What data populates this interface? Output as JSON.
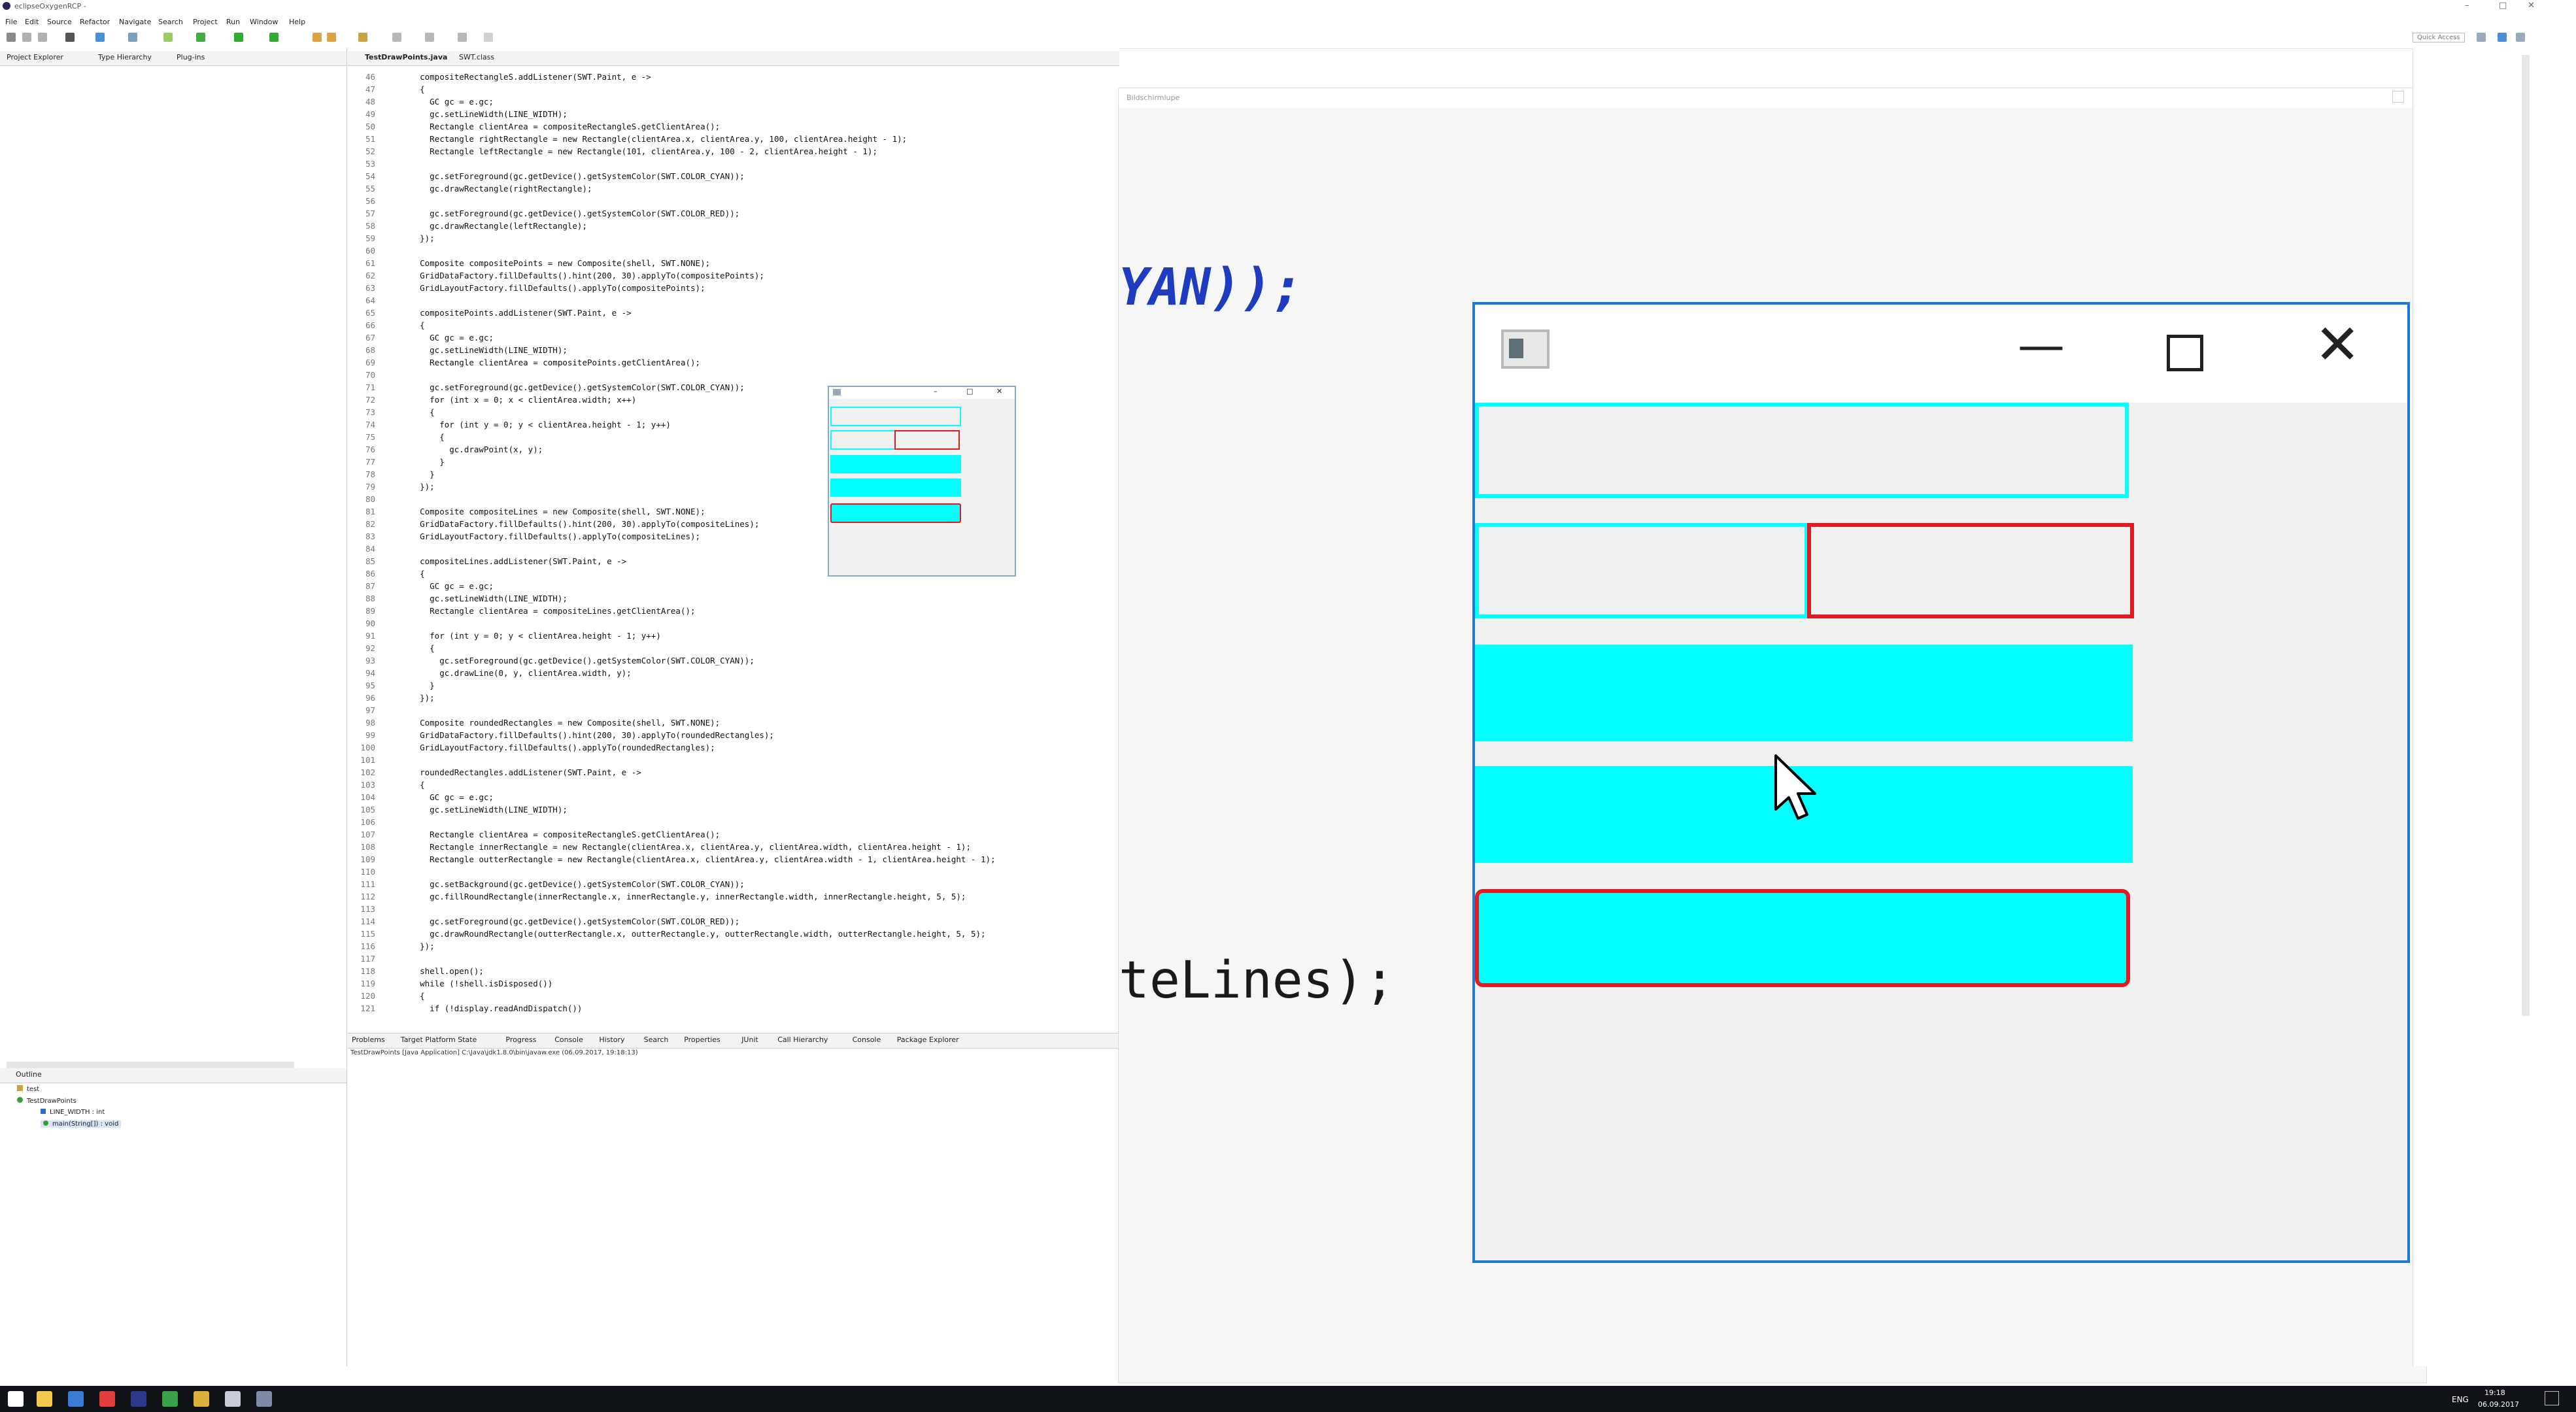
{
  "window": {
    "title": "eclipseOxygenRCP -",
    "controls": [
      "–",
      "□",
      "✕"
    ]
  },
  "menu": [
    "File",
    "Edit",
    "Source",
    "Refactor",
    "Navigate",
    "Search",
    "Project",
    "Run",
    "Window",
    "Help"
  ],
  "toolbar": {
    "quick_access": "Quick Access"
  },
  "left_panel": {
    "tabs": [
      "Project Explorer",
      "Type Hierarchy",
      "Plug-ins"
    ]
  },
  "editor": {
    "tabs": [
      "TestDrawPoints.java",
      "SWT.class"
    ],
    "lines": [
      {
        "n": "46",
        "t": "    compositeRectangleS.addListener(SWT.Paint, e ->"
      },
      {
        "n": "47",
        "t": "    {"
      },
      {
        "n": "48",
        "t": "      GC gc = e.gc;"
      },
      {
        "n": "49",
        "t": "      gc.setLineWidth(LINE_WIDTH);"
      },
      {
        "n": "50",
        "t": "      Rectangle clientArea = compositeRectangleS.getClientArea();"
      },
      {
        "n": "51",
        "t": "      Rectangle rightRectangle = new Rectangle(clientArea.x, clientArea.y, 100, clientArea.height - 1);"
      },
      {
        "n": "52",
        "t": "      Rectangle leftRectangle = new Rectangle(101, clientArea.y, 100 - 2, clientArea.height - 1);"
      },
      {
        "n": "53",
        "t": ""
      },
      {
        "n": "54",
        "t": "      gc.setForeground(gc.getDevice().getSystemColor(SWT.COLOR_CYAN));"
      },
      {
        "n": "55",
        "t": "      gc.drawRectangle(rightRectangle);"
      },
      {
        "n": "56",
        "t": ""
      },
      {
        "n": "57",
        "t": "      gc.setForeground(gc.getDevice().getSystemColor(SWT.COLOR_RED));"
      },
      {
        "n": "58",
        "t": "      gc.drawRectangle(leftRectangle);"
      },
      {
        "n": "59",
        "t": "    });"
      },
      {
        "n": "60",
        "t": ""
      },
      {
        "n": "61",
        "t": "    Composite compositePoints = new Composite(shell, SWT.NONE);"
      },
      {
        "n": "62",
        "t": "    GridDataFactory.fillDefaults().hint(200, 30).applyTo(compositePoints);"
      },
      {
        "n": "63",
        "t": "    GridLayoutFactory.fillDefaults().applyTo(compositePoints);"
      },
      {
        "n": "64",
        "t": ""
      },
      {
        "n": "65",
        "t": "    compositePoints.addListener(SWT.Paint, e ->"
      },
      {
        "n": "66",
        "t": "    {"
      },
      {
        "n": "67",
        "t": "      GC gc = e.gc;"
      },
      {
        "n": "68",
        "t": "      gc.setLineWidth(LINE_WIDTH);"
      },
      {
        "n": "69",
        "t": "      Rectangle clientArea = compositePoints.getClientArea();"
      },
      {
        "n": "70",
        "t": ""
      },
      {
        "n": "71",
        "t": "      gc.setForeground(gc.getDevice().getSystemColor(SWT.COLOR_CYAN));"
      },
      {
        "n": "72",
        "t": "      for (int x = 0; x < clientArea.width; x++)"
      },
      {
        "n": "73",
        "t": "      {"
      },
      {
        "n": "74",
        "t": "        for (int y = 0; y < clientArea.height - 1; y++)"
      },
      {
        "n": "75",
        "t": "        {"
      },
      {
        "n": "76",
        "t": "          gc.drawPoint(x, y);"
      },
      {
        "n": "77",
        "t": "        }"
      },
      {
        "n": "78",
        "t": "      }"
      },
      {
        "n": "79",
        "t": "    });"
      },
      {
        "n": "80",
        "t": ""
      },
      {
        "n": "81",
        "t": "    Composite compositeLines = new Composite(shell, SWT.NONE);"
      },
      {
        "n": "82",
        "t": "    GridDataFactory.fillDefaults().hint(200, 30).applyTo(compositeLines);"
      },
      {
        "n": "83",
        "t": "    GridLayoutFactory.fillDefaults().applyTo(compositeLines);"
      },
      {
        "n": "84",
        "t": ""
      },
      {
        "n": "85",
        "t": "    compositeLines.addListener(SWT.Paint, e ->"
      },
      {
        "n": "86",
        "t": "    {"
      },
      {
        "n": "87",
        "t": "      GC gc = e.gc;"
      },
      {
        "n": "88",
        "t": "      gc.setLineWidth(LINE_WIDTH);"
      },
      {
        "n": "89",
        "t": "      Rectangle clientArea = compositeLines.getClientArea();"
      },
      {
        "n": "90",
        "t": ""
      },
      {
        "n": "91",
        "t": "      for (int y = 0; y < clientArea.height - 1; y++)"
      },
      {
        "n": "92",
        "t": "      {"
      },
      {
        "n": "93",
        "t": "        gc.setForeground(gc.getDevice().getSystemColor(SWT.COLOR_CYAN));"
      },
      {
        "n": "94",
        "t": "        gc.drawLine(0, y, clientArea.width, y);"
      },
      {
        "n": "95",
        "t": "      }"
      },
      {
        "n": "96",
        "t": "    });"
      },
      {
        "n": "97",
        "t": ""
      },
      {
        "n": "98",
        "t": "    Composite roundedRectangles = new Composite(shell, SWT.NONE);"
      },
      {
        "n": "99",
        "t": "    GridDataFactory.fillDefaults().hint(200, 30).applyTo(roundedRectangles);"
      },
      {
        "n": "100",
        "t": "    GridLayoutFactory.fillDefaults().applyTo(roundedRectangles);"
      },
      {
        "n": "101",
        "t": ""
      },
      {
        "n": "102",
        "t": "    roundedRectangles.addListener(SWT.Paint, e ->"
      },
      {
        "n": "103",
        "t": "    {"
      },
      {
        "n": "104",
        "t": "      GC gc = e.gc;"
      },
      {
        "n": "105",
        "t": "      gc.setLineWidth(LINE_WIDTH);"
      },
      {
        "n": "106",
        "t": ""
      },
      {
        "n": "107",
        "t": "      Rectangle clientArea = compositeRectangleS.getClientArea();"
      },
      {
        "n": "108",
        "t": "      Rectangle innerRectangle = new Rectangle(clientArea.x, clientArea.y, clientArea.width, clientArea.height - 1);"
      },
      {
        "n": "109",
        "t": "      Rectangle outterRectangle = new Rectangle(clientArea.x, clientArea.y, clientArea.width - 1, clientArea.height - 1);"
      },
      {
        "n": "110",
        "t": ""
      },
      {
        "n": "111",
        "t": "      gc.setBackground(gc.getDevice().getSystemColor(SWT.COLOR_CYAN));"
      },
      {
        "n": "112",
        "t": "      gc.fillRoundRectangle(innerRectangle.x, innerRectangle.y, innerRectangle.width, innerRectangle.height, 5, 5);"
      },
      {
        "n": "113",
        "t": ""
      },
      {
        "n": "114",
        "t": "      gc.setForeground(gc.getDevice().getSystemColor(SWT.COLOR_RED));"
      },
      {
        "n": "115",
        "t": "      gc.drawRoundRectangle(outterRectangle.x, outterRectangle.y, outterRectangle.width, outterRectangle.height, 5, 5);"
      },
      {
        "n": "116",
        "t": "    });"
      },
      {
        "n": "117",
        "t": ""
      },
      {
        "n": "118",
        "t": "    shell.open();"
      },
      {
        "n": "119",
        "t": "    while (!shell.isDisposed())"
      },
      {
        "n": "120",
        "t": "    {"
      },
      {
        "n": "121",
        "t": "      if (!display.readAndDispatch())"
      }
    ]
  },
  "console": {
    "tabs": [
      "Problems",
      "Target Platform State",
      "Progress",
      "Console",
      "History",
      "Search",
      "Properties",
      "JUnit",
      "Call Hierarchy",
      "Console",
      "Package Explorer"
    ],
    "status_line": "TestDrawPoints [Java Application] C:\\Java\\jdk1.8.0\\bin\\javaw.exe (06.09.2017, 19:18:13)"
  },
  "outline": {
    "title": "Outline",
    "items": [
      "test",
      "TestDrawPoints",
      "LINE_WIDTH : int",
      "main(String[]) : void"
    ]
  },
  "magnifier": {
    "title": "Bildschirmlupe",
    "zoomed_text_1": "YAN));",
    "zoomed_text_2": "teLines);"
  },
  "swt_window": {
    "colors": {
      "cyan": "#00ffff",
      "red": "#e11b22",
      "frame": "#1e78d2"
    },
    "min_label": "—",
    "max_label": "☐",
    "close_label": "✕"
  },
  "taskbar": {
    "language": "ENG",
    "time": "19:18",
    "date": "06.09.2017"
  }
}
